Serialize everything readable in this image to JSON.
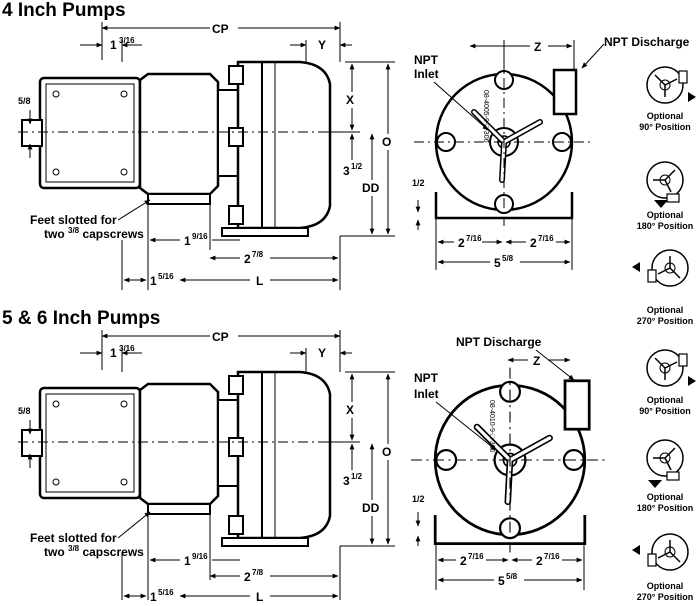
{
  "sections": {
    "four_inch": {
      "title": "4 Inch Pumps"
    },
    "five_six_inch": {
      "title": "5 & 6 Inch Pumps"
    }
  },
  "dimensions": {
    "cp": "CP",
    "y": "Y",
    "x": "X",
    "o": "O",
    "dd": "DD",
    "z": "Z",
    "l": "L",
    "d_1_3_16": {
      "whole": "1",
      "frac": "3/16"
    },
    "d_5_8": "5/8",
    "d_3_1_2": {
      "whole": "3",
      "frac": "1/2"
    },
    "d_1_9_16": {
      "whole": "1",
      "frac": "9/16"
    },
    "d_2_7_8": {
      "whole": "2",
      "frac": "7/8"
    },
    "d_1_5_16": {
      "whole": "1",
      "frac": "5/16"
    },
    "d_1_2": "1/2",
    "d_2_7_16": {
      "whole": "2",
      "frac": "7/16"
    },
    "d_5_5_8": {
      "whole": "5",
      "frac": "5/8"
    }
  },
  "labels": {
    "npt_discharge": "NPT Discharge",
    "npt": "NPT",
    "inlet": "Inlet",
    "feet_line1": "Feet slotted for",
    "feet_line2_pre": "two ",
    "feet_line2_frac": "3/8",
    "feet_line2_post": " capscrews",
    "part_number_top": "08-4005-9-□-306",
    "part_number_bottom": "08-4010-9-□-306"
  },
  "positions": {
    "optional": "Optional",
    "p90": "90° Position",
    "p180": "180° Position",
    "p270": "270° Position"
  },
  "colors": {
    "ink": "#000000",
    "paper": "#ffffff",
    "shade": "#d9d9d9"
  }
}
